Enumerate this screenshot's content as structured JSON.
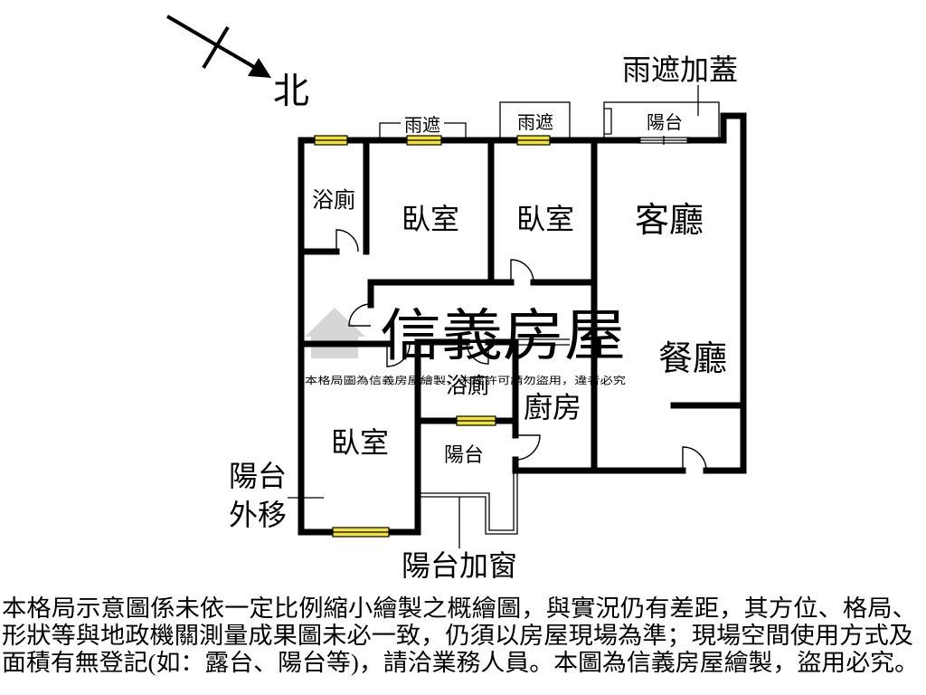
{
  "compass": {
    "north_label": "北"
  },
  "labels": {
    "bath_top": "浴廁",
    "bedroom_a": "臥室",
    "bedroom_b": "臥室",
    "living": "客廳",
    "dining": "餐廳",
    "bath_mid": "浴廁",
    "kitchen": "廚房",
    "bedroom_c": "臥室",
    "balcony_mid": "陽台",
    "balcony_top": "陽台",
    "rain_shade_1": "雨遮",
    "rain_shade_2": "雨遮"
  },
  "annotations": {
    "rain_shade_covered": "雨遮加蓋",
    "balcony_moved_line1": "陽台",
    "balcony_moved_line2": "外移",
    "balcony_window": "陽台加窗"
  },
  "watermark": {
    "brand": "信義房屋",
    "notice": "本格局圖為信義房屋繪製，未經許可請勿盜用，違者必究"
  },
  "disclaimer": {
    "lines": [
      "本格局示意圖係未依一定比例縮小繪製之概繪圖，與實況仍有差距，其方位、格局、",
      "形狀等與地政機關測量成果圖未必一致，仍須以房屋現場為準；現場空間使用方式及",
      "面積有無登記(如：露台、陽台等)，請洽業務人員。本圖為信義房屋繪製，盜用必究。"
    ]
  },
  "colors": {
    "wall": "#000000",
    "window": "#f2e23c",
    "watermark": "#d6d6d6",
    "watermark_notice": "#b5b5b5"
  }
}
